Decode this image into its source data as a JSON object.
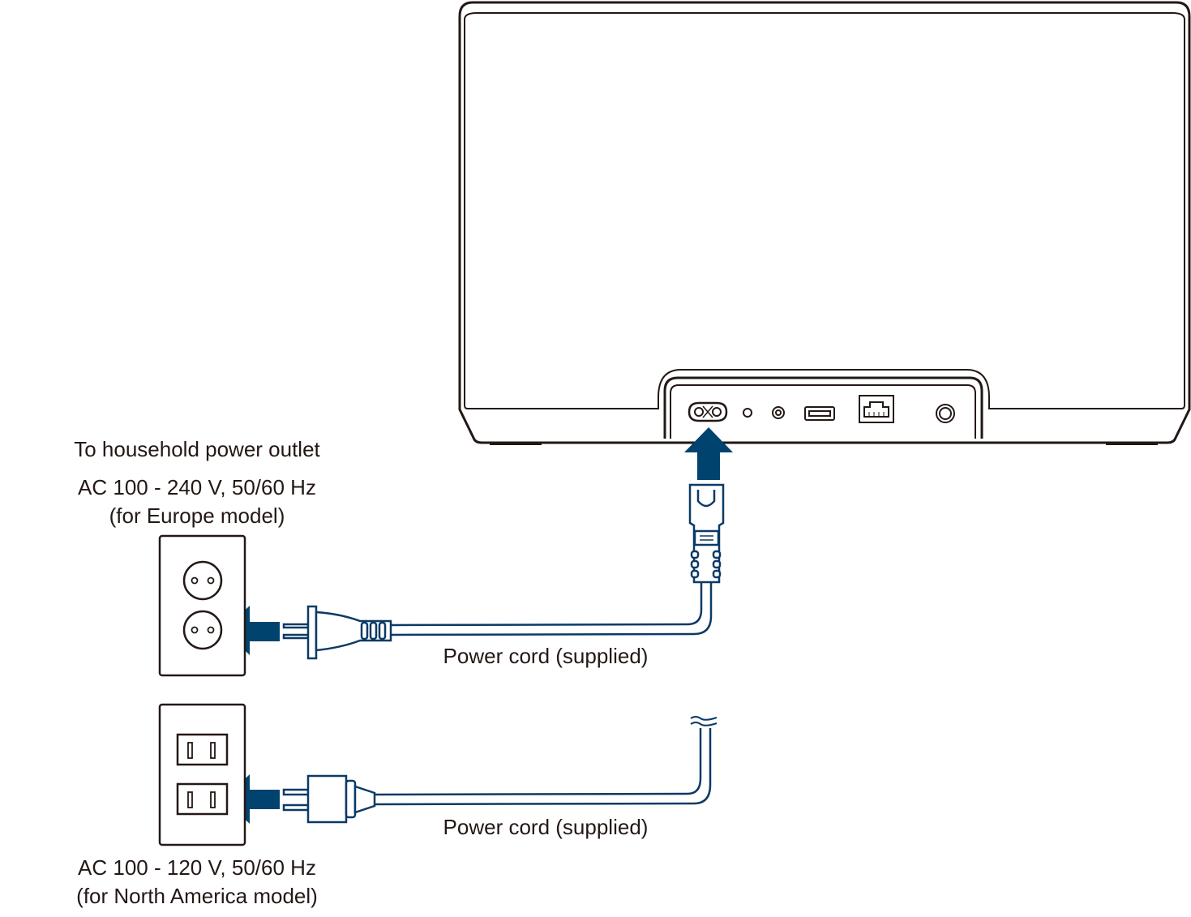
{
  "labels": {
    "outlet_heading": "To household power outlet",
    "europe_voltage": "AC 100 - 240 V, 50/60 Hz",
    "europe_model": "(for Europe model)",
    "cord_europe": "Power cord (supplied)",
    "cord_na": "Power cord (supplied)",
    "na_voltage": "AC 100 - 120 V, 50/60 Hz",
    "na_model": "(for North America model)"
  },
  "colors": {
    "outline": "#231815",
    "cord": "#0b3a66",
    "arrow": "#00436e",
    "background": "#ffffff"
  },
  "icons": {
    "arrows": "arrow-icon",
    "outlet_europe": "europe-outlet-icon",
    "outlet_na": "north-america-outlet-icon"
  }
}
